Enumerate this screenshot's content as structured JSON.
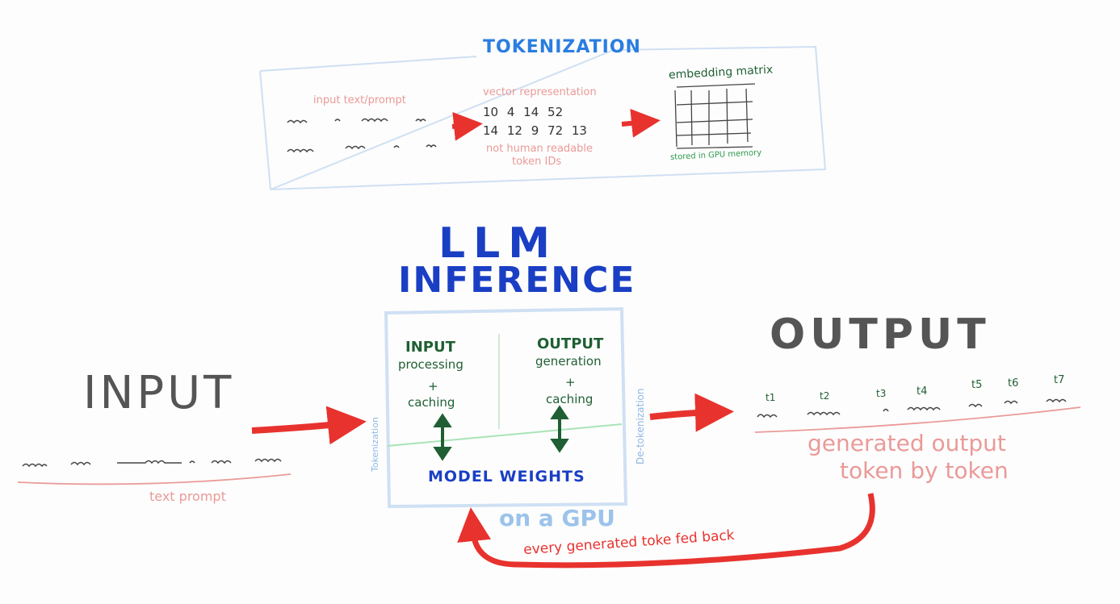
{
  "tokenization_panel": {
    "title": "TOKENIZATION",
    "input_label": "input text/prompt",
    "vector_label": "vector representation",
    "vector_row1": "10 4 14 52",
    "vector_row2": "14 12 9 72 13",
    "note_line1": "not human readable",
    "note_line2": "token IDs",
    "matrix_label": "embedding matrix",
    "matrix_note": "stored in GPU memory"
  },
  "title": {
    "line1": "LLM",
    "line2": "INFERENCE"
  },
  "inference_box": {
    "input_heading": "INPUT",
    "input_sub": "processing",
    "input_plus": "+",
    "input_caching": "caching",
    "output_heading": "OUTPUT",
    "output_sub": "generation",
    "output_plus": "+",
    "output_caching": "caching",
    "weights": "MODEL WEIGHTS",
    "left_side": "Tokenization",
    "right_side": "De-tokenization",
    "gpu": "on a GPU"
  },
  "input_section": {
    "heading": "INPUT",
    "caption": "text prompt"
  },
  "output_section": {
    "heading": "OUTPUT",
    "tokens": [
      "t1",
      "t2",
      "t3",
      "t4",
      "t5",
      "t6",
      "t7"
    ],
    "caption_line1": "generated output",
    "caption_line2": "token by token"
  },
  "feedback": {
    "label": "every generated toke fed back"
  },
  "colors": {
    "red": "#e8322e",
    "light_blue": "#b9d3f0",
    "title_blue": "#1a3fc4",
    "green": "#1f5f33",
    "pink": "#ea9a98"
  }
}
